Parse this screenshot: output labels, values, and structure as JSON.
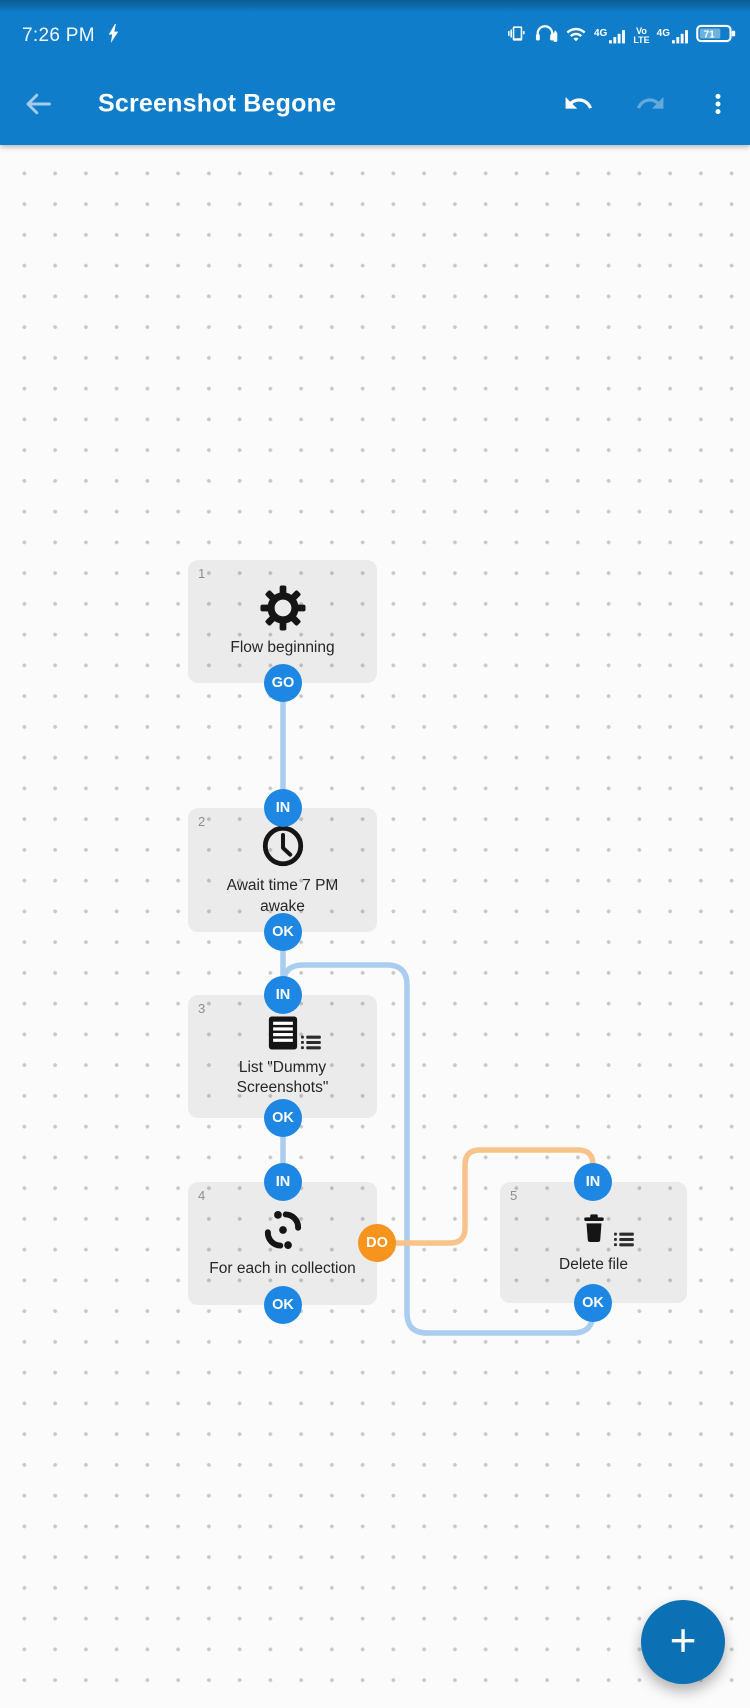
{
  "status_bar": {
    "time": "7:26 PM",
    "battery_percent": "71",
    "network_a_label": "4G",
    "network_b_label": "4G",
    "volte_line1": "Vo",
    "volte_line2": "LTE"
  },
  "app_bar": {
    "title": "Screenshot Begone"
  },
  "flow": {
    "blocks": [
      {
        "num": "1",
        "label": "Flow beginning",
        "icon": "gear-icon"
      },
      {
        "num": "2",
        "label": "Await time 7 PM awake",
        "icon": "clock-icon"
      },
      {
        "num": "3",
        "label": "List \"Dummy Screenshots\"",
        "icon": "list-file-icon",
        "badge": "list-badge-icon"
      },
      {
        "num": "4",
        "label": "For each in collection",
        "icon": "loop-icon"
      },
      {
        "num": "5",
        "label": "Delete file",
        "icon": "trash-icon",
        "badge": "list-badge-icon"
      }
    ],
    "ports": [
      {
        "id": "go-1",
        "label": "GO"
      },
      {
        "id": "in-2",
        "label": "IN"
      },
      {
        "id": "ok-2",
        "label": "OK"
      },
      {
        "id": "in-3",
        "label": "IN"
      },
      {
        "id": "ok-3",
        "label": "OK"
      },
      {
        "id": "in-4",
        "label": "IN"
      },
      {
        "id": "do-4",
        "label": "DO"
      },
      {
        "id": "ok-4",
        "label": "OK"
      },
      {
        "id": "in-5",
        "label": "IN"
      },
      {
        "id": "ok-5",
        "label": "OK"
      }
    ],
    "fab_label": "+"
  },
  "colors": {
    "app_bar_blue": "#0f7dc9",
    "port_blue": "#1e87e4",
    "port_orange": "#f7941e",
    "wire_blue": "#a9cdf0",
    "wire_orange": "#f8c38b",
    "fab_blue": "#0c70b4",
    "canvas_bg": "#fbfbfb"
  }
}
